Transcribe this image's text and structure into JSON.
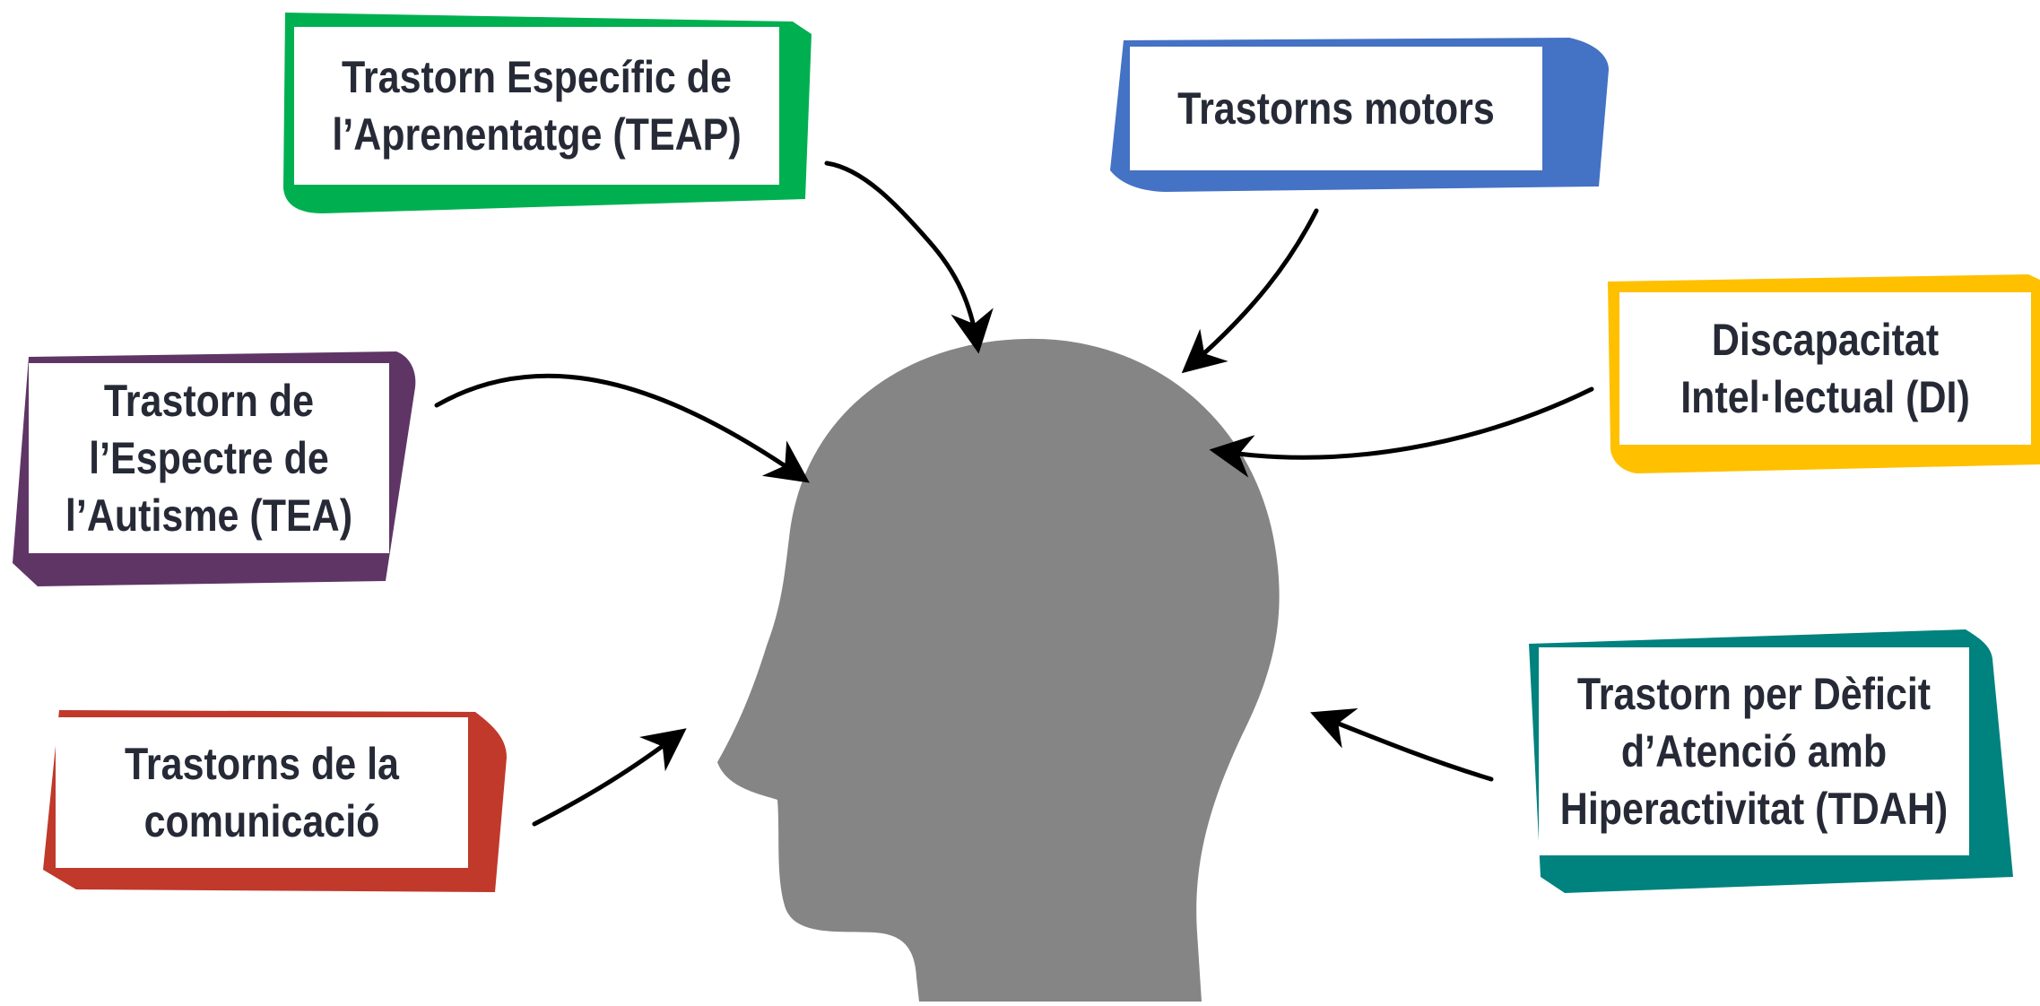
{
  "diagram": {
    "head_color": "#858585",
    "arrow_color": "#000000",
    "boxes": [
      {
        "id": "teap",
        "lines": [
          "Trastorn Específic de",
          "l’Aprenentatge (TEAP)"
        ],
        "color": "#00b050"
      },
      {
        "id": "motors",
        "lines": [
          "Trastorns motors"
        ],
        "color": "#4472c4"
      },
      {
        "id": "tea",
        "lines": [
          "Trastorn de",
          "l’Espectre de",
          "l’Autisme (TEA)"
        ],
        "color": "#5f3566"
      },
      {
        "id": "di",
        "lines": [
          "Discapacitat",
          "Intel·lectual (DI)"
        ],
        "color": "#ffc000"
      },
      {
        "id": "comunicacio",
        "lines": [
          "Trastorns de la",
          "comunicació"
        ],
        "color": "#c0392b"
      },
      {
        "id": "tdah",
        "lines": [
          "Trastorn per Dèficit",
          "d’Atenció amb",
          "Hiperactivitat (TDAH)"
        ],
        "color": "#00827f"
      }
    ]
  }
}
